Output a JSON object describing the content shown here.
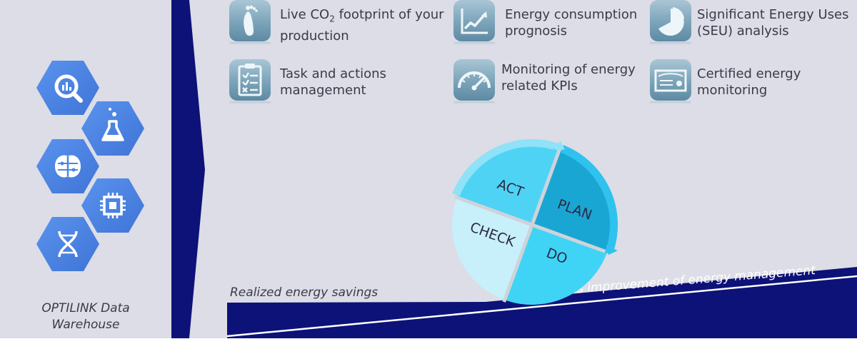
{
  "features": [
    {
      "icon": "footprint-icon",
      "line1_prefix": "Live CO",
      "line1_sub": "2",
      "line1_suffix": " footprint of your",
      "line2": "production"
    },
    {
      "icon": "trend-chart-icon",
      "text": "Energy consumption\nprognosis"
    },
    {
      "icon": "pie-chart-icon",
      "text": "Significant Energy Uses\n(SEU) analysis"
    },
    {
      "icon": "checklist-icon",
      "text": "Task and actions\nmanagement"
    },
    {
      "icon": "gauge-icon",
      "text": "Monitoring of energy\nrelated KPIs"
    },
    {
      "icon": "certificate-icon",
      "text": "Certified energy\nmonitoring"
    }
  ],
  "data_warehouse": {
    "label": "OPTILINK Data\nWarehouse",
    "icons": [
      "analytics-search-icon",
      "lab-flask-icon",
      "brain-icon",
      "chip-icon",
      "dna-icon"
    ]
  },
  "pdca": {
    "act": "ACT",
    "plan": "PLAN",
    "check": "CHECK",
    "do": "DO"
  },
  "savings_label": "Realized energy savings",
  "improvement_label": "Continuous improvement of energy management",
  "colors": {
    "navy": "#0d1278",
    "background": "#dcdde6",
    "hex_blue": "#4a86e8",
    "act": "#4fd3f5",
    "plan": "#1aa6d3",
    "check": "#c7f0fb",
    "do": "#3fd4f6",
    "text": "#3a3a4a"
  }
}
